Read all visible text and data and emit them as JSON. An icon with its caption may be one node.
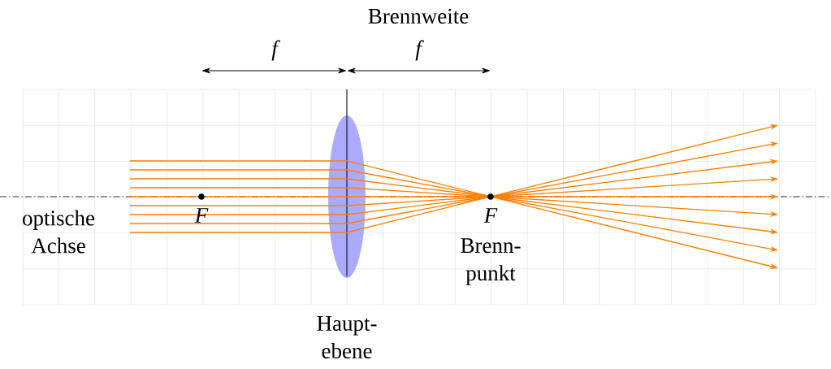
{
  "diagram": {
    "labels": [
      "Brennweite",
      "f",
      "f",
      "optische Achse",
      "F",
      "F",
      "Brenn- punkt",
      "Haupt- ebene"
    ]
  }
}
